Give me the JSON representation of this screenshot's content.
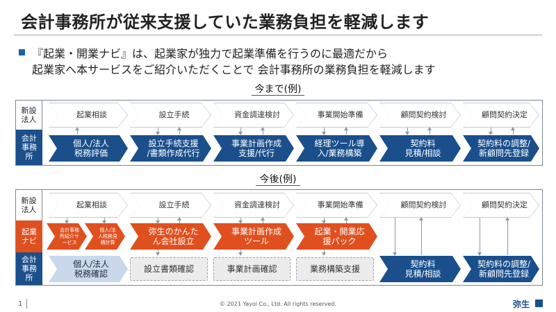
{
  "page_title": "会計事務所が従来支援していた業務負担を軽減します",
  "bullet": {
    "line1": "『起業・開業ナビ』は、起業家が独力で起業準備を行うのに最適だから",
    "line2": "起業家へ本サービスをご紹介いただくことで 会計事務所の業務負担を軽減します"
  },
  "colors": {
    "accent_blue": "#1a4f8c",
    "orange": "#e0501f",
    "light_blue": "#c9d8ea"
  },
  "before": {
    "label": "今まで(例)",
    "row_labels": {
      "founder": "新設\n法人",
      "accounting": "会計\n事務\n所"
    },
    "steps": [
      "起業相談",
      "設立手続",
      "資金調達検討",
      "事業開始準備",
      "顧問契約検討",
      "顧問契約決定"
    ],
    "firm_tasks": [
      "個人/法人\n税務評価",
      "設立手続支援\n/書類作成代行",
      "事業計画作成\n支援/代行",
      "経理ツール導\n入/業務構築",
      "契約料\n見積/相談",
      "契約料の調整/\n新顧問先登録"
    ]
  },
  "after": {
    "label": "今後(例)",
    "row_labels": {
      "founder": "新設\n法人",
      "navi": "起業\nナビ",
      "accounting": "会計\n事務\n所"
    },
    "steps": [
      "起業相談",
      "設立手続",
      "資金調達検討",
      "事業開始準備",
      "顧問契約検討",
      "顧問契約決定"
    ],
    "navi_small": [
      "会計事務\n所紹介サ\nービス",
      "個人/法\n人税務見\n積計算"
    ],
    "navi_tasks": [
      "弥生のかんた\nん会社設立",
      "事業計画作成\nツール",
      "起業・開業応\n援パック"
    ],
    "firm_tasks": [
      "個人/法人\n税務確認",
      "設立書類確認",
      "事業計画確認",
      "業務構築支援",
      "契約料\n見積/相談",
      "契約料の調整/\n新顧問先登録"
    ]
  },
  "footer": {
    "page": "1",
    "copyright": "© 2021 Yayoi Co., Ltd. All rights reserved.",
    "logo": "弥生"
  }
}
